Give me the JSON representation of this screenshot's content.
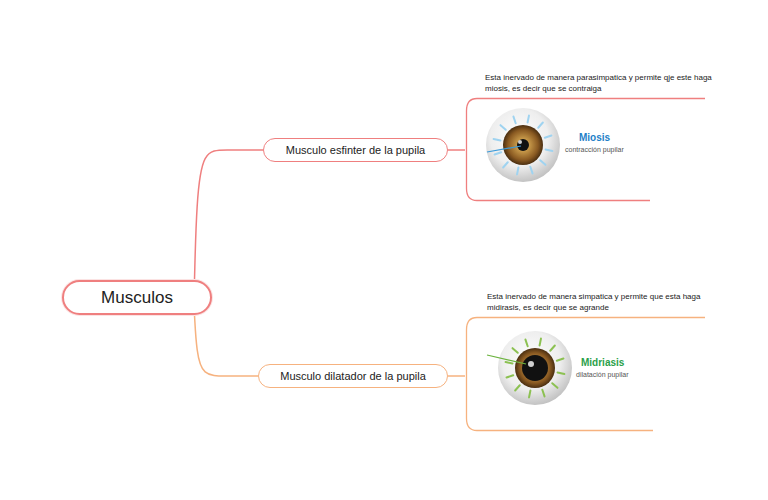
{
  "diagram": {
    "nodes": [
      {
        "text": [
          "Musculos"
        ]
      },
      {
        "text": [
          "Musculo esfinter de la pupila"
        ]
      },
      {
        "text": [
          "Esta inervado de manera parasimpatica y permite qje este haga miosis, es decir que se contraiga"
        ]
      },
      {
        "text": [
          "Musculo dilatador de la pupila"
        ]
      },
      {
        "text": [
          "Esta inervado de manera simpatica y permite que esta haga midirasis, es decir que se agrande"
        ]
      }
    ],
    "edges": [
      {
        "from": 0,
        "to": 1,
        "arrow": "none"
      },
      {
        "from": 1,
        "to": 2,
        "arrow": "none"
      },
      {
        "from": 0,
        "to": 3,
        "arrow": "none"
      },
      {
        "from": 3,
        "to": 4,
        "arrow": "none"
      }
    ],
    "labels": [
      "Miosis",
      "contracción pupilar",
      "Midriasis",
      "dilatación pupilar"
    ]
  }
}
